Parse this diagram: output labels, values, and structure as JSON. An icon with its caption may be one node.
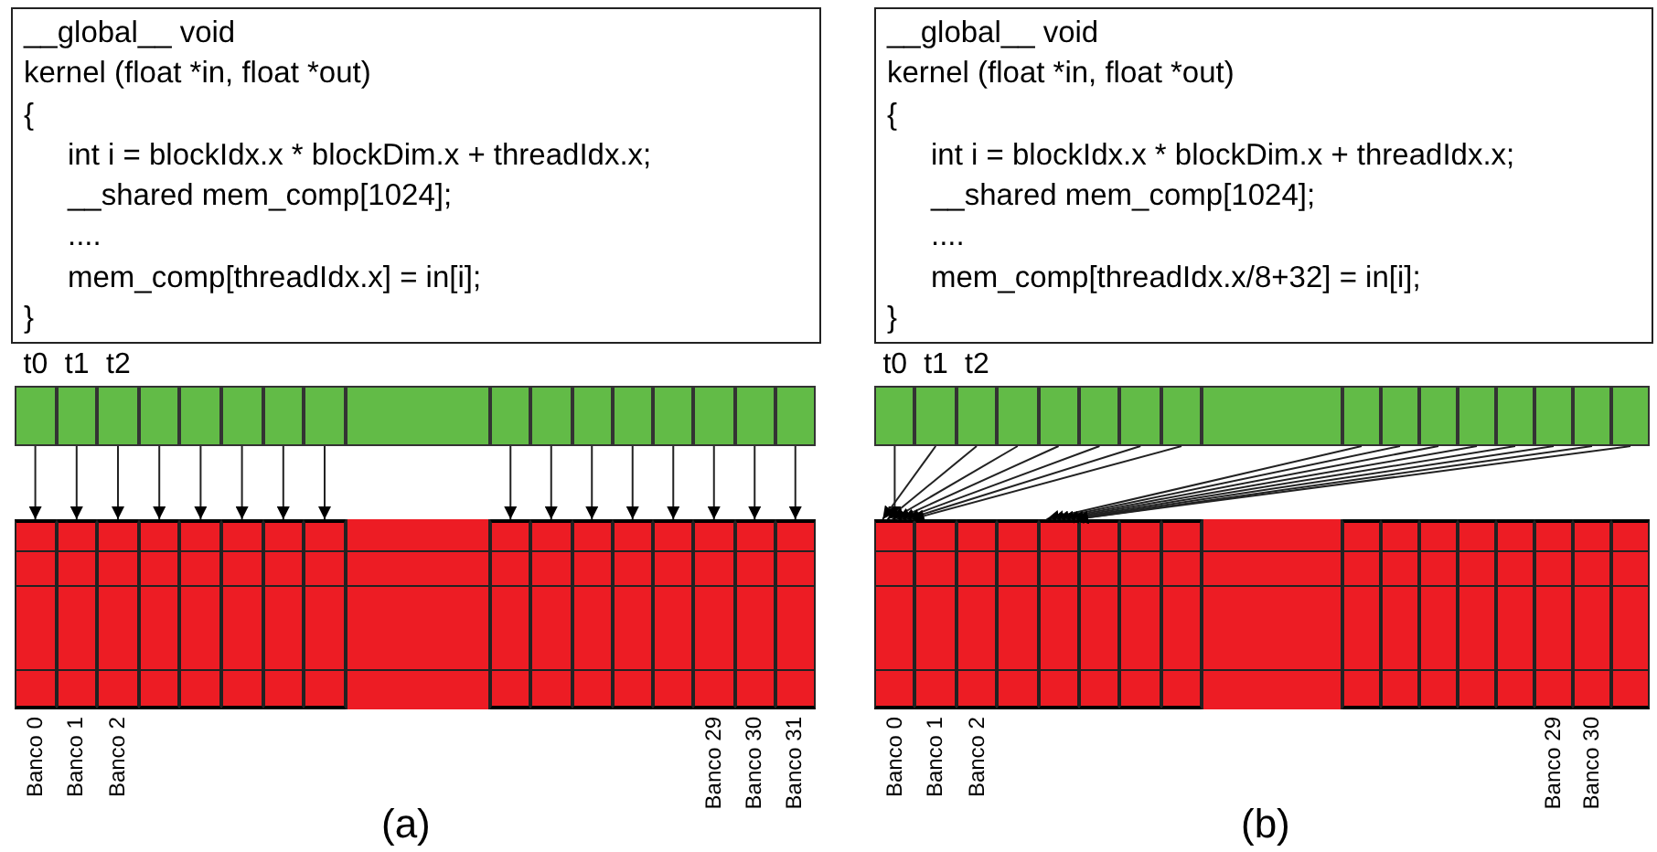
{
  "diagram": {
    "nodes": [
      {
        "text": [
          "__global__ void",
          "kernel (float *in, float *out)",
          "{",
          "int i = blockIdx.x * blockDim.x + threadIdx.x;",
          "__shared mem_comp[1024];",
          "....",
          "mem_comp[threadIdx.x]  = in[i];",
          "}"
        ]
      },
      {
        "text": [],
        "shape": "box",
        "beside": [
          "t0"
        ]
      },
      {
        "text": [],
        "shape": "box",
        "beside": [
          "t1"
        ]
      },
      {
        "text": [],
        "shape": "box",
        "beside": [
          "t2"
        ]
      },
      {
        "text": [],
        "shape": "box"
      },
      {
        "text": [],
        "shape": "box"
      },
      {
        "text": [],
        "shape": "box"
      },
      {
        "text": [],
        "shape": "box"
      },
      {
        "text": [],
        "shape": "box"
      },
      {
        "text": [],
        "shape": "box"
      },
      {
        "text": [],
        "shape": "box"
      },
      {
        "text": [],
        "shape": "box"
      },
      {
        "text": [],
        "shape": "box"
      },
      {
        "text": [],
        "shape": "box"
      },
      {
        "text": [],
        "shape": "box"
      },
      {
        "text": [],
        "shape": "box"
      },
      {
        "text": [],
        "shape": "box"
      },
      {
        "text": [],
        "shape": "box"
      },
      {
        "text": [],
        "shape": "box",
        "beside": [
          "Banco 0"
        ]
      },
      {
        "text": [],
        "shape": "box",
        "beside": [
          "Banco 1"
        ]
      },
      {
        "text": [],
        "shape": "box",
        "beside": [
          "Banco 2"
        ]
      },
      {
        "text": [],
        "shape": "box"
      },
      {
        "text": [],
        "shape": "box"
      },
      {
        "text": [],
        "shape": "box"
      },
      {
        "text": [],
        "shape": "box"
      },
      {
        "text": [],
        "shape": "box"
      },
      {
        "text": [],
        "shape": "box"
      },
      {
        "text": [],
        "shape": "box"
      },
      {
        "text": [],
        "shape": "box"
      },
      {
        "text": [],
        "shape": "box"
      },
      {
        "text": [],
        "shape": "box"
      },
      {
        "text": [],
        "shape": "box"
      },
      {
        "text": [],
        "shape": "box",
        "beside": [
          "Banco 29"
        ]
      },
      {
        "text": [],
        "shape": "box",
        "beside": [
          "Banco 30"
        ]
      },
      {
        "text": [],
        "shape": "box",
        "beside": [
          "Banco 31"
        ]
      },
      {
        "text": [
          "__global__ void",
          "kernel (float *in, float *out)",
          "{",
          "int i = blockIdx.x * blockDim.x + threadIdx.x;",
          "__shared mem_comp[1024];",
          "....",
          "mem_comp[threadIdx.x/8+32]  = in[i];",
          "}"
        ]
      },
      {
        "text": [],
        "shape": "box",
        "beside": [
          "t0"
        ]
      },
      {
        "text": [],
        "shape": "box",
        "beside": [
          "t1"
        ]
      },
      {
        "text": [],
        "shape": "box",
        "beside": [
          "t2"
        ]
      },
      {
        "text": [],
        "shape": "box"
      },
      {
        "text": [],
        "shape": "box"
      },
      {
        "text": [],
        "shape": "box"
      },
      {
        "text": [],
        "shape": "box"
      },
      {
        "text": [],
        "shape": "box"
      },
      {
        "text": [],
        "shape": "box"
      },
      {
        "text": [],
        "shape": "box"
      },
      {
        "text": [],
        "shape": "box"
      },
      {
        "text": [],
        "shape": "box"
      },
      {
        "text": [],
        "shape": "box"
      },
      {
        "text": [],
        "shape": "box"
      },
      {
        "text": [],
        "shape": "box"
      },
      {
        "text": [],
        "shape": "box"
      },
      {
        "text": [],
        "shape": "box"
      },
      {
        "text": [],
        "shape": "box",
        "beside": [
          "Banco 0"
        ]
      },
      {
        "text": [],
        "shape": "box",
        "beside": [
          "Banco 1"
        ]
      },
      {
        "text": [],
        "shape": "box",
        "beside": [
          "Banco 2"
        ]
      },
      {
        "text": [],
        "shape": "box"
      },
      {
        "text": [],
        "shape": "box"
      },
      {
        "text": [],
        "shape": "box"
      },
      {
        "text": [],
        "shape": "box"
      },
      {
        "text": [],
        "shape": "box"
      },
      {
        "text": [],
        "shape": "box"
      },
      {
        "text": [],
        "shape": "box"
      },
      {
        "text": [],
        "shape": "box"
      },
      {
        "text": [],
        "shape": "box"
      },
      {
        "text": [],
        "shape": "box"
      },
      {
        "text": [],
        "shape": "box"
      },
      {
        "text": [],
        "shape": "box",
        "beside": [
          "Banco 29"
        ]
      },
      {
        "text": [],
        "shape": "box",
        "beside": [
          "Banco 30"
        ]
      },
      {
        "text": [],
        "shape": "box"
      }
    ],
    "edges": [
      {
        "from": 1,
        "to": 18,
        "arrow": "to"
      },
      {
        "from": 2,
        "to": 19,
        "arrow": "to"
      },
      {
        "from": 3,
        "to": 20,
        "arrow": "to"
      },
      {
        "from": 4,
        "to": 21,
        "arrow": "to"
      },
      {
        "from": 5,
        "to": 22,
        "arrow": "to"
      },
      {
        "from": 6,
        "to": 23,
        "arrow": "to"
      },
      {
        "from": 7,
        "to": 24,
        "arrow": "to"
      },
      {
        "from": 8,
        "to": 25,
        "arrow": "to"
      },
      {
        "from": 10,
        "to": 27,
        "arrow": "to"
      },
      {
        "from": 11,
        "to": 28,
        "arrow": "to"
      },
      {
        "from": 12,
        "to": 29,
        "arrow": "to"
      },
      {
        "from": 13,
        "to": 30,
        "arrow": "to"
      },
      {
        "from": 14,
        "to": 31,
        "arrow": "to"
      },
      {
        "from": 15,
        "to": 32,
        "arrow": "to"
      },
      {
        "from": 16,
        "to": 33,
        "arrow": "to"
      },
      {
        "from": 17,
        "to": 34,
        "arrow": "to"
      },
      {
        "from": 36,
        "to": 53,
        "arrow": "to"
      },
      {
        "from": 37,
        "to": 53,
        "arrow": "to"
      },
      {
        "from": 38,
        "to": 53,
        "arrow": "to"
      },
      {
        "from": 39,
        "to": 53,
        "arrow": "to"
      },
      {
        "from": 40,
        "to": 53,
        "arrow": "to"
      },
      {
        "from": 41,
        "to": 53,
        "arrow": "to"
      },
      {
        "from": 42,
        "to": 53,
        "arrow": "to"
      },
      {
        "from": 43,
        "to": 53,
        "arrow": "to"
      },
      {
        "from": 45,
        "to": 57,
        "arrow": "to"
      },
      {
        "from": 46,
        "to": 57,
        "arrow": "to"
      },
      {
        "from": 47,
        "to": 57,
        "arrow": "to"
      },
      {
        "from": 48,
        "to": 57,
        "arrow": "to"
      },
      {
        "from": 49,
        "to": 57,
        "arrow": "to"
      },
      {
        "from": 50,
        "to": 57,
        "arrow": "to"
      },
      {
        "from": 51,
        "to": 57,
        "arrow": "to"
      },
      {
        "from": 52,
        "to": 57,
        "arrow": "to"
      }
    ],
    "labels": [
      "(a)",
      "(b)"
    ]
  }
}
